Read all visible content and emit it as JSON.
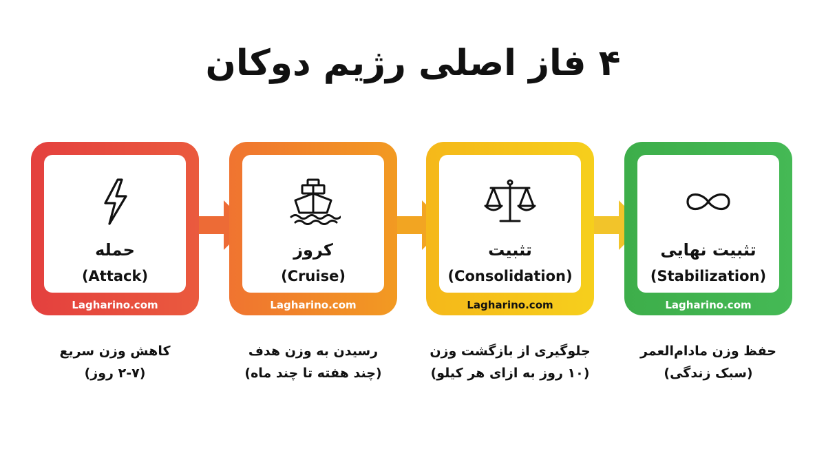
{
  "title": "۴ فاز اصلی رژیم دوکان",
  "colors": {
    "attack": "#e8483f",
    "cruise": "#ef8a25",
    "consolidation": "#f5c518",
    "stabilization": "#3fb34f",
    "arrow1": "#ed6b36",
    "arrow2": "#f2a522",
    "arrow3": "#f2c42a"
  },
  "phases": [
    {
      "icon": "lightning-icon",
      "name": "حمله",
      "english": "(Attack)",
      "site": "Lagharino.com",
      "desc_line1": "کاهش وزن سریع",
      "desc_line2": "(۲-۷ روز)"
    },
    {
      "icon": "ship-icon",
      "name": "کروز",
      "english": "(Cruise)",
      "site": "Lagharino.com",
      "desc_line1": "رسیدن به وزن هدف",
      "desc_line2": "(چند هفته تا چند ماه)"
    },
    {
      "icon": "scales-icon",
      "name": "تثبیت",
      "english": "(Consolidation)",
      "site": "Lagharino.com",
      "desc_line1": "جلوگیری از بازگشت وزن",
      "desc_line2": "(۱۰ روز به ازای هر کیلو)"
    },
    {
      "icon": "infinity-icon",
      "name": "تثبیت نهایی",
      "english": "(Stabilization)",
      "site": "Lagharino.com",
      "desc_line1": "حفظ وزن مادام‌العمر",
      "desc_line2": "(سبک زندگی)"
    }
  ]
}
